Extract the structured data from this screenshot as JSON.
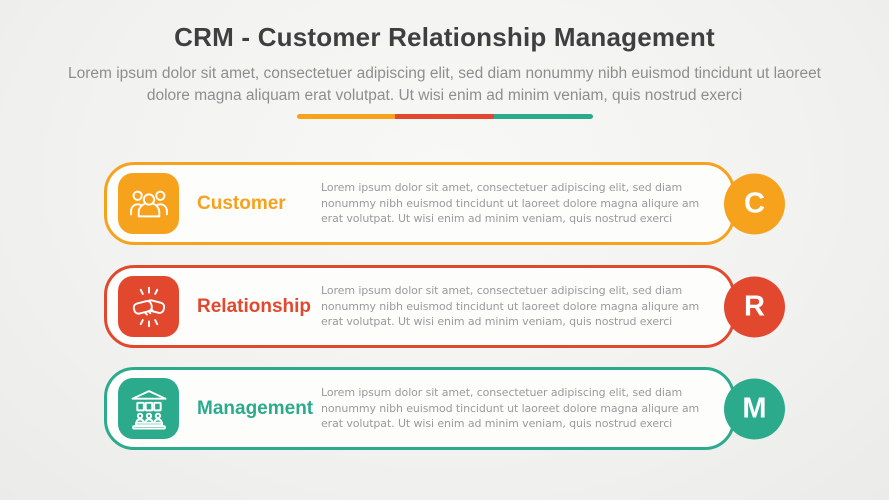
{
  "slide": {
    "title": "CRM - Customer Relationship Management",
    "subtitle": "Lorem ipsum dolor sit amet, consectetuer adipiscing elit, sed diam nonummy nibh euismod tincidunt ut laoreet dolore magna aliquam erat volutpat. Ut wisi enim ad minim veniam, quis nostrud exerci",
    "divider_colors": [
      "#F6A21D",
      "#E2482E",
      "#2BAB8C"
    ]
  },
  "rows": [
    {
      "label": "Customer",
      "badge": "C",
      "color": "#F6A21D",
      "icon": "people-group-icon",
      "body": "Lorem ipsum dolor sit amet, consectetuer adipiscing elit, sed diam nonummy nibh euismod tincidunt ut laoreet dolore magna aliqure am erat volutpat. Ut wisi enim ad minim veniam, quis nostrud exerci"
    },
    {
      "label": "Relationship",
      "badge": "R",
      "color": "#E2482E",
      "icon": "handshake-icon",
      "body": "Lorem ipsum dolor sit amet, consectetuer adipiscing elit, sed diam nonummy nibh euismod tincidunt ut laoreet dolore magna aliqure am erat volutpat. Ut wisi enim ad minim veniam, quis nostrud exerci"
    },
    {
      "label": "Management",
      "badge": "M",
      "color": "#2BAB8C",
      "icon": "bank-people-icon",
      "body": "Lorem ipsum dolor sit amet, consectetuer adipiscing elit, sed diam nonummy nibh euismod tincidunt ut laoreet dolore magna aliqure am erat volutpat. Ut wisi enim ad minim veniam, quis nostrud exerci"
    }
  ]
}
